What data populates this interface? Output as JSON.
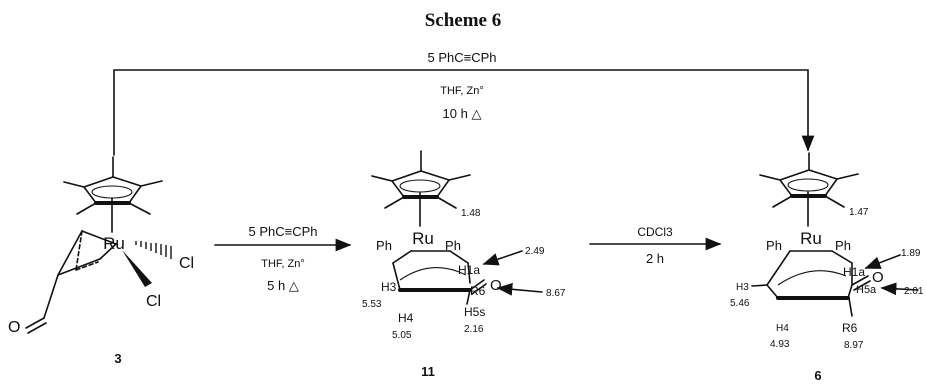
{
  "title": "Scheme 6",
  "top_arrow": {
    "reagent": "5 PhC≡CPh",
    "conditions": "THF, Zn°",
    "time": "10 h  △"
  },
  "arrow1": {
    "reagent": "5 PhC≡CPh",
    "conditions": "THF, Zn°",
    "time": "5 h  △"
  },
  "arrow2": {
    "reagent": "CDCl3",
    "time": "2 h"
  },
  "compound3": {
    "number": "3",
    "metal": "Ru",
    "cl1": "Cl",
    "cl2": "Cl",
    "oxygen": "O"
  },
  "compound11": {
    "number": "11",
    "metal": "Ru",
    "ph_left": "Ph",
    "ph_right": "Ph",
    "h1a": "H1a",
    "h3": "H3",
    "h4": "H4",
    "h5s": "H5s",
    "r6": "R6",
    "oxygen": "O",
    "me_shift": "1.48",
    "h1a_shift": "2.49",
    "h3_shift": "5.53",
    "h4_shift": "5.05",
    "h5s_shift": "2.16",
    "r6_shift": "8.67"
  },
  "compound6": {
    "number": "6",
    "metal": "Ru",
    "ph_left": "Ph",
    "ph_right": "Ph",
    "h1a": "H1a",
    "h3": "H3",
    "h4": "H4",
    "h5a": "H5a",
    "r6": "R6",
    "oxygen": "O",
    "me_shift": "1.47",
    "h1a_shift": "1.89",
    "h5a_shift": "2.01",
    "h3_shift": "5.46",
    "h4_shift": "4.93",
    "r6_shift": "8.97"
  }
}
